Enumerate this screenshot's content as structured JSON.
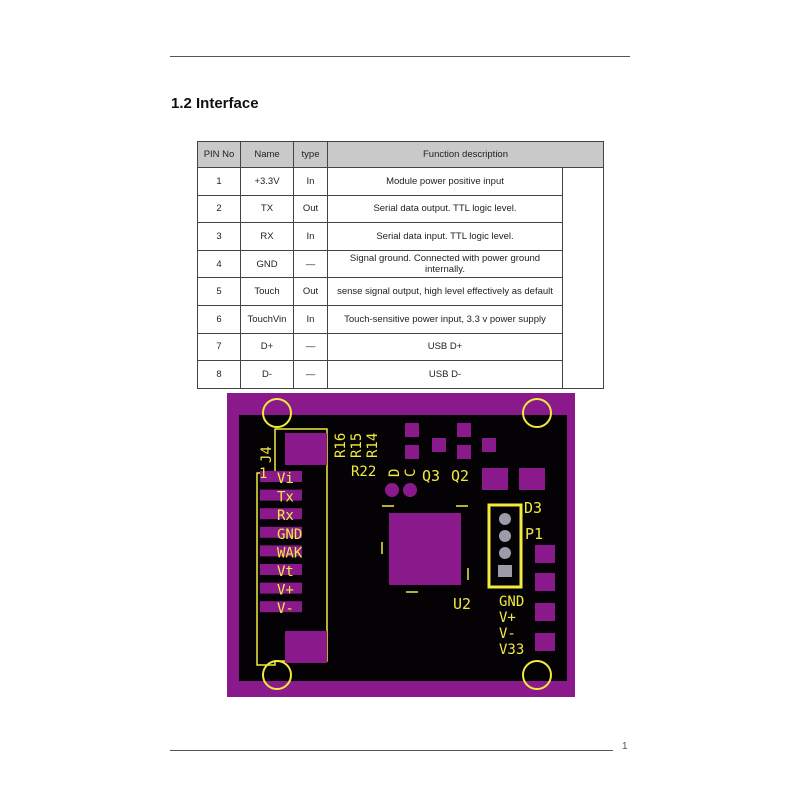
{
  "section_title": "1.2 Interface",
  "table": {
    "headers": [
      "PIN No",
      "Name",
      "type",
      "Function description"
    ],
    "rows": [
      [
        "1",
        "+3.3V",
        "In",
        "Module power positive input"
      ],
      [
        "2",
        "TX",
        "Out",
        "Serial data output. TTL logic level."
      ],
      [
        "3",
        "RX",
        "In",
        "Serial data input. TTL logic level."
      ],
      [
        "4",
        "GND",
        "—",
        "Signal ground. Connected with power ground internally."
      ],
      [
        "5",
        "Touch",
        "Out",
        "sense signal output, high level effectively as default"
      ],
      [
        "6",
        "TouchVin",
        "In",
        "Touch-sensitive power input, 3.3 v power supply"
      ],
      [
        "7",
        "D+",
        "—",
        "USB D+"
      ],
      [
        "8",
        "D-",
        "—",
        "USB D-"
      ]
    ]
  },
  "pcb": {
    "j4_labels": [
      "Vi",
      "Tx",
      "Rx",
      "GND",
      "WAK",
      "Vt",
      "V+",
      "V-"
    ],
    "refs": {
      "j4": "J4",
      "pin1": "1",
      "r16": "R16",
      "r15": "R15",
      "r14": "R14",
      "r22": "R22",
      "d": "D",
      "c": "C",
      "q3": "Q3",
      "q2": "Q2",
      "d3": "D3",
      "p1": "P1",
      "u2": "U2"
    },
    "p1_labels": [
      "GND",
      "V+",
      "V-",
      "V33"
    ],
    "colors": {
      "board": "#8a1a8c",
      "copper": "#000000",
      "silk": "#f2ea3c"
    }
  },
  "page_number": "1"
}
